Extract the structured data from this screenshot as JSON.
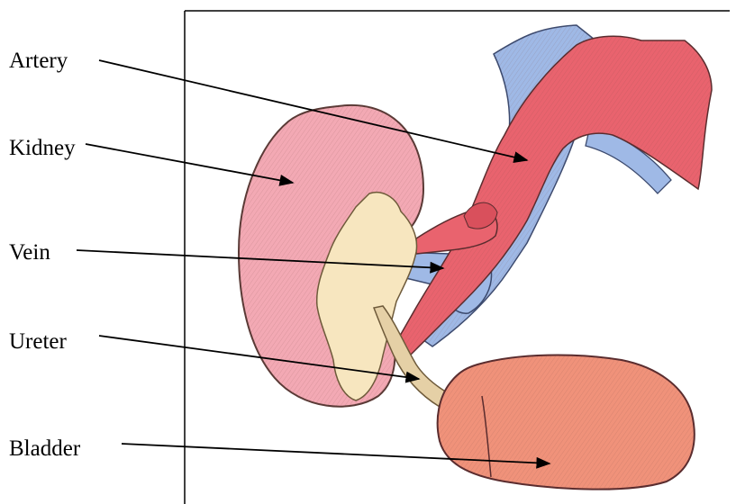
{
  "labels": {
    "artery": "Artery",
    "kidney": "Kidney",
    "vein": "Vein",
    "ureter": "Ureter",
    "bladder": "Bladder"
  },
  "colors": {
    "kidney": "#f3a9b4",
    "artery": "#e9636e",
    "vein": "#9fb9e6",
    "hilum": "#f7e6bf",
    "ureter": "#e5d0a6",
    "bladder": "#f0927a",
    "outline": "#5a3a36"
  },
  "icons": [
    "arrow-head"
  ]
}
